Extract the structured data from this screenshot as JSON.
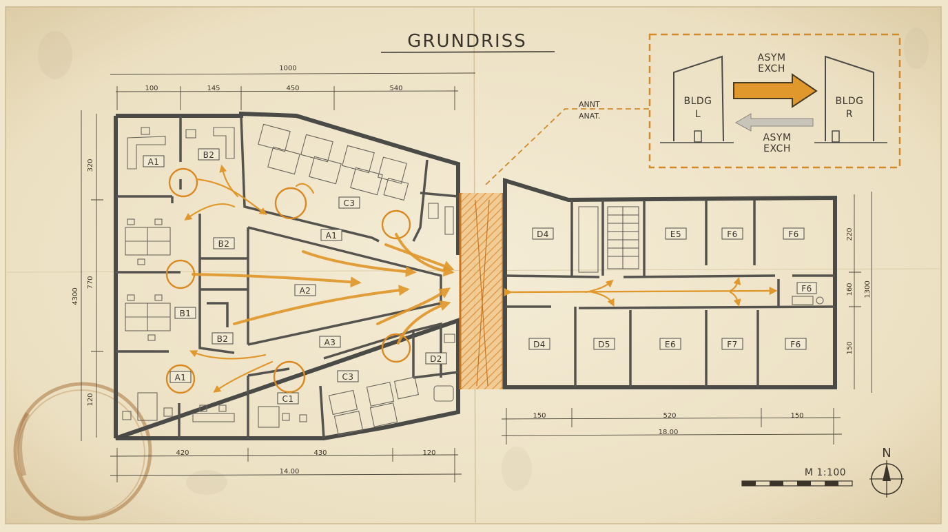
{
  "title": "GRUNDRISS",
  "scale_label": "M 1:100",
  "north_label": "N",
  "legend": {
    "left_label_line1": "BLDG",
    "left_label_line2": "L",
    "right_label_line1": "BLDG",
    "right_label_line2": "R",
    "top_arrow_line1": "ASYM",
    "top_arrow_line2": "EXCH",
    "bottom_arrow_line1": "ASYM",
    "bottom_arrow_line2": "EXCH"
  },
  "annotation": {
    "line1": "ANNT",
    "line2": "ANAT."
  },
  "dimensions": {
    "top_total": "1000",
    "top_segments": [
      "100",
      "145",
      "450",
      "540"
    ],
    "bottom_left_segments": [
      "420",
      "430",
      "120"
    ],
    "bottom_left_total": "14.00",
    "bottom_right_segments": [
      "150",
      "520",
      "150"
    ],
    "bottom_right_total": "18.00",
    "left_total": "4300",
    "left_segments": [
      "320",
      "770",
      "120"
    ],
    "right_total": "1300",
    "right_segments": [
      "220",
      "160",
      "150"
    ]
  },
  "rooms": {
    "a1_top": "A1",
    "b2_top": "B2",
    "c3_top": "C3",
    "a1_mid": "A1",
    "b2_mid": "B2",
    "a2": "A2",
    "b1": "B1",
    "b2_low": "B2",
    "a3": "A3",
    "a1_bottom": "A1",
    "c1": "C1",
    "c3_bottom": "C3",
    "d2": "D2",
    "d4_top": "D4",
    "e5": "E5",
    "f6_top1": "F6",
    "f6_top2": "F6",
    "f6_small": "F6",
    "d4_bottom": "D4",
    "d5": "D5",
    "e6": "E6",
    "f7": "F7",
    "f6_bottom": "F6"
  },
  "colors": {
    "paper": "#efe6cc",
    "ink": "#3a342b",
    "accent_orange": "#e0982c",
    "wall_gray": "#4a4a46",
    "legend_arrow_gray": "#b9b4aa"
  }
}
